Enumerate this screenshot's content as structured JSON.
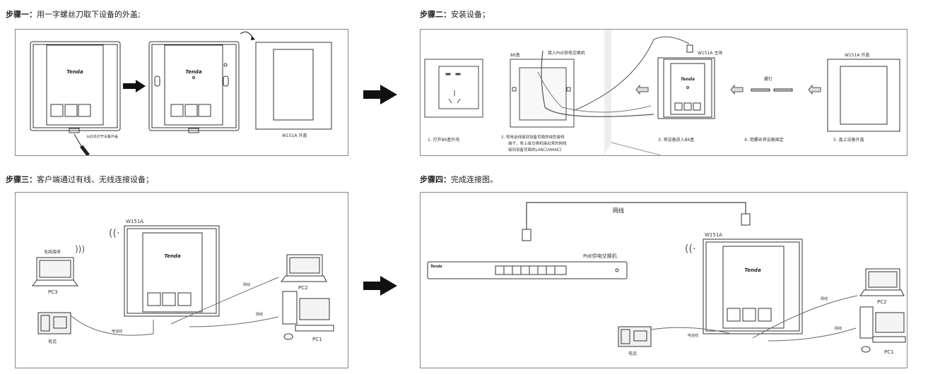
{
  "steps": {
    "s1": {
      "prefix": "步骤一：",
      "text": "用一字螺丝刀取下设备的外盖;"
    },
    "s2": {
      "prefix": "步骤二：",
      "text": "安装设备；"
    },
    "s3": {
      "prefix": "步骤三：",
      "text": "客户端通过有线、无线连接设备；"
    },
    "s4": {
      "prefix": "步骤四：",
      "text": "完成连接图。"
    }
  },
  "brand": "Tenda",
  "panel1": {
    "screwdriver_hint": "从此处打开设备外盖",
    "cover_label": "W151A 外盖"
  },
  "panel2": {
    "poe_label": "接入PoE供电交换机",
    "box_label": "86盒",
    "main_label": "W151A 主体",
    "cover_label": "W151A 外盖",
    "screw_label": "螺钉",
    "captions": {
      "c1": "1. 打开86盒外壳",
      "c2_l1": "2. 将电话线接到设备背面的绿色接线",
      "c2_l2": "端子，将上级交换机接出来的网线",
      "c2_l3": "接到设备背面的LAN口/WAN口",
      "c3": "3. 将设备放入86盒",
      "c4": "4. 用螺丝将设备固定",
      "c5": "5. 盖上设备外盖"
    }
  },
  "panel3": {
    "device_label": "W151A",
    "wireless_label": "无线接收",
    "pc3": "PC3",
    "pc2": "PC2",
    "pc1": "PC1",
    "phone": "电话",
    "phone_line": "电话线",
    "net1": "网线",
    "net2": "网线"
  },
  "panel4": {
    "net_top": "网线",
    "switch_label": "PoE供电交换机",
    "device_label": "W151A",
    "pc2": "PC2",
    "pc1": "PC1",
    "phone": "电话",
    "phone_line": "电话线",
    "net1": "网线",
    "net2": "网线"
  }
}
